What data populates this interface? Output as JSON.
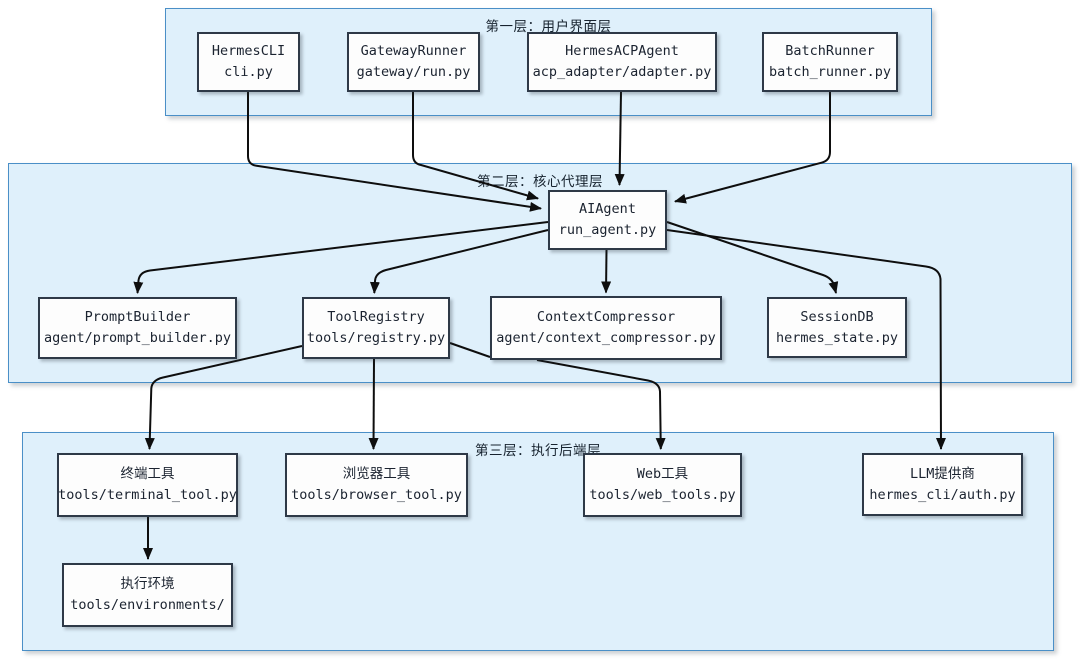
{
  "colors": {
    "layer_fill": "#dff0fb",
    "layer_border": "#4a8fc7",
    "node_fill": "#fdfdfd",
    "node_border": "#2e3947",
    "arrow": "#0e0e0e",
    "text": "#1b2330"
  },
  "layers": {
    "l1": {
      "label": "第一层：用户界面层"
    },
    "l2": {
      "label": "第二层：核心代理层"
    },
    "l3": {
      "label": "第三层：执行后端层"
    }
  },
  "nodes": {
    "hermescli": {
      "name": "HermesCLI",
      "path": "cli.py"
    },
    "gatewayrunner": {
      "name": "GatewayRunner",
      "path": "gateway/run.py"
    },
    "hermesacpagent": {
      "name": "HermesACPAgent",
      "path": "acp_adapter/adapter.py"
    },
    "batchrunner": {
      "name": "BatchRunner",
      "path": "batch_runner.py"
    },
    "aiagent": {
      "name": "AIAgent",
      "path": "run_agent.py"
    },
    "promptbuilder": {
      "name": "PromptBuilder",
      "path": "agent/prompt_builder.py"
    },
    "toolregistry": {
      "name": "ToolRegistry",
      "path": "tools/registry.py"
    },
    "contextcompressor": {
      "name": "ContextCompressor",
      "path": "agent/context_compressor.py"
    },
    "sessiondb": {
      "name": "SessionDB",
      "path": "hermes_state.py"
    },
    "terminal": {
      "name": "终端工具",
      "path": "tools/terminal_tool.py"
    },
    "browser": {
      "name": "浏览器工具",
      "path": "tools/browser_tool.py"
    },
    "web": {
      "name": "Web工具",
      "path": "tools/web_tools.py"
    },
    "llm": {
      "name": "LLM提供商",
      "path": "hermes_cli/auth.py"
    },
    "env": {
      "name": "执行环境",
      "path": "tools/environments/"
    }
  },
  "edges": [
    {
      "from": "HermesCLI",
      "to": "AIAgent"
    },
    {
      "from": "GatewayRunner",
      "to": "AIAgent"
    },
    {
      "from": "HermesACPAgent",
      "to": "AIAgent"
    },
    {
      "from": "BatchRunner",
      "to": "AIAgent"
    },
    {
      "from": "AIAgent",
      "to": "PromptBuilder"
    },
    {
      "from": "AIAgent",
      "to": "ToolRegistry"
    },
    {
      "from": "AIAgent",
      "to": "ContextCompressor"
    },
    {
      "from": "AIAgent",
      "to": "SessionDB"
    },
    {
      "from": "AIAgent",
      "to": "LLM提供商"
    },
    {
      "from": "ToolRegistry",
      "to": "ContextCompressor",
      "style": "plain-line"
    },
    {
      "from": "ToolRegistry",
      "to": "终端工具"
    },
    {
      "from": "ToolRegistry",
      "to": "浏览器工具"
    },
    {
      "from": "ContextCompressor",
      "to": "Web工具"
    },
    {
      "from": "终端工具",
      "to": "执行环境"
    }
  ]
}
